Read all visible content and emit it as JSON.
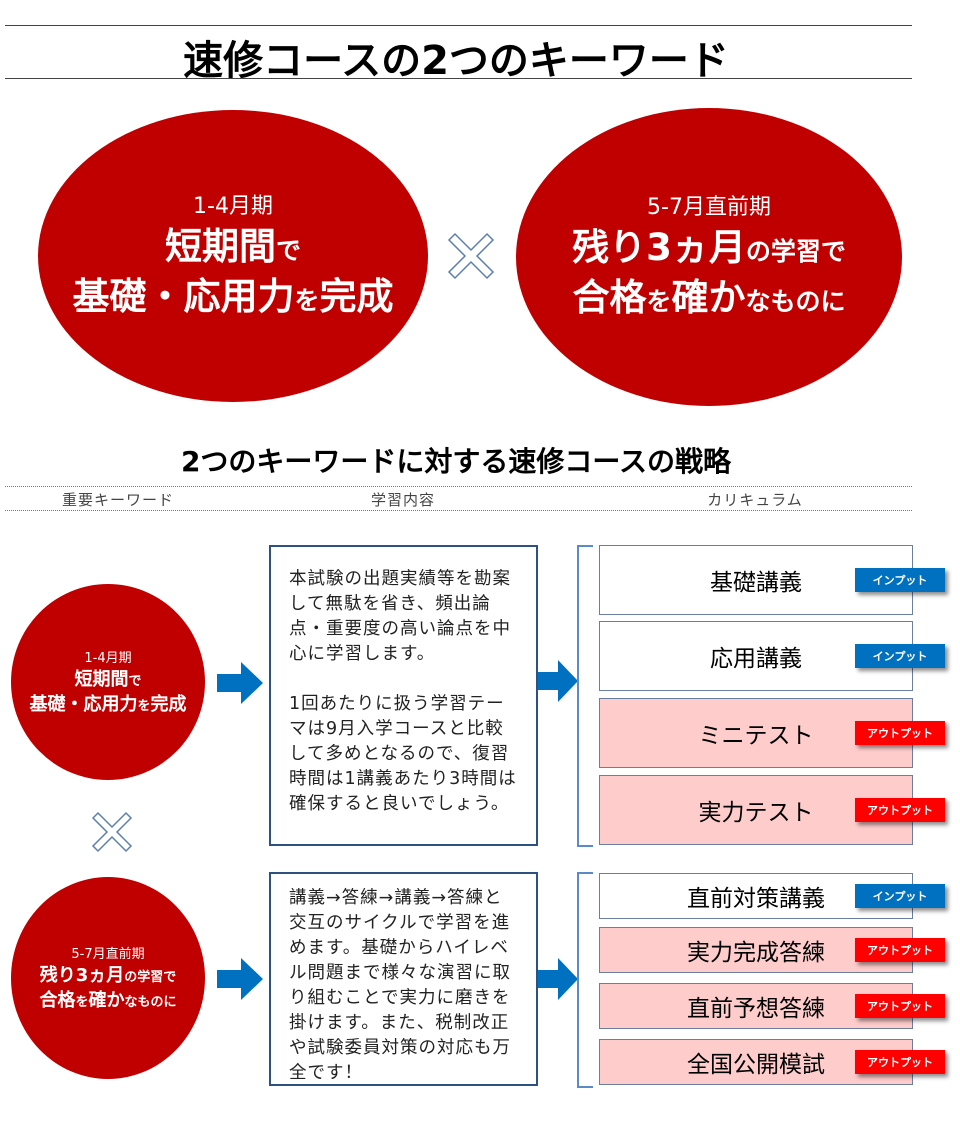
{
  "title": "速修コースの2つのキーワード",
  "keywords": [
    {
      "period": "1-4月期",
      "line1": "短期間",
      "line1_suffix": "で",
      "line2a": "基礎・応用力",
      "line2_suffix": "を",
      "line2b": "完成"
    },
    {
      "period": "5-7月直前期",
      "line1": "残り3ヵ月",
      "line1_suffix": "の学習で",
      "line2a": "合格",
      "line2_suffix": "を",
      "line2b": "確か",
      "line2_tail": "なものに"
    }
  ],
  "subtitle": "2つのキーワードに対する速修コースの戦略",
  "columns": [
    "重要キーワード",
    "学習内容",
    "カリキュラム"
  ],
  "content1": [
    "本試験の出題実績等を勘案して無駄を省き、頻出論点・重要度の高い論点を中心に学習します。",
    "1回あたりに扱う学習テーマは9月入学コースと比較して多めとなるので、復習時間は1講義あたり3時間は確保すると良いでしょう。"
  ],
  "content2": "講義→答練→講義→答練と交互のサイクルで学習を進めます。基礎からハイレベル問題まで様々な演習に取り組むことで実力に磨きを掛けます。また、税制改正や試験委員対策の対応も万全です！",
  "curriculum1": [
    {
      "name": "基礎講義",
      "badge": "インプット"
    },
    {
      "name": "応用講義",
      "badge": "インプット"
    },
    {
      "name": "ミニテスト",
      "badge": "アウトプット"
    },
    {
      "name": "実力テスト",
      "badge": "アウトプット"
    }
  ],
  "curriculum2": [
    {
      "name": "直前対策講義",
      "badge": "インプット"
    },
    {
      "name": "実力完成答練",
      "badge": "アウトプット"
    },
    {
      "name": "直前予想答練",
      "badge": "アウトプット"
    },
    {
      "name": "全国公開模試",
      "badge": "アウトプット"
    }
  ],
  "colors": {
    "red": "#c00000",
    "input": "#0070c0",
    "output": "#ff0000",
    "outbg": "#ffcccc",
    "arrow": "#0070c0"
  }
}
